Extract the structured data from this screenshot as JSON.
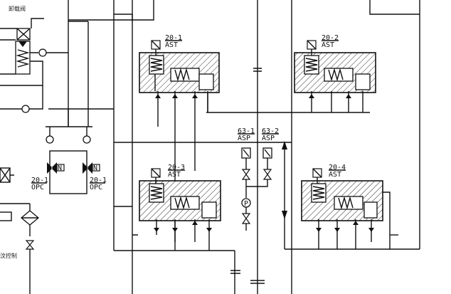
{
  "labels": {
    "unload_valve": "卸载阀",
    "control_text": "汶控制",
    "ast1_num": "20-1",
    "ast1_name": "AST",
    "ast2_num": "20-2",
    "ast2_name": "AST",
    "ast3_num": "20-3",
    "ast3_name": "AST",
    "ast4_num": "20-4",
    "ast4_name": "AST",
    "asp1_num": "63-1",
    "asp1_name": "ASP",
    "asp2_num": "63-2",
    "asp2_name": "ASP",
    "opc1_num": "20-1",
    "opc1_name": "OPC",
    "opc2_num": "20-1",
    "opc2_name": "OPC",
    "pressure_mark": "P",
    "sol_a": "N",
    "sol_b": "N"
  }
}
